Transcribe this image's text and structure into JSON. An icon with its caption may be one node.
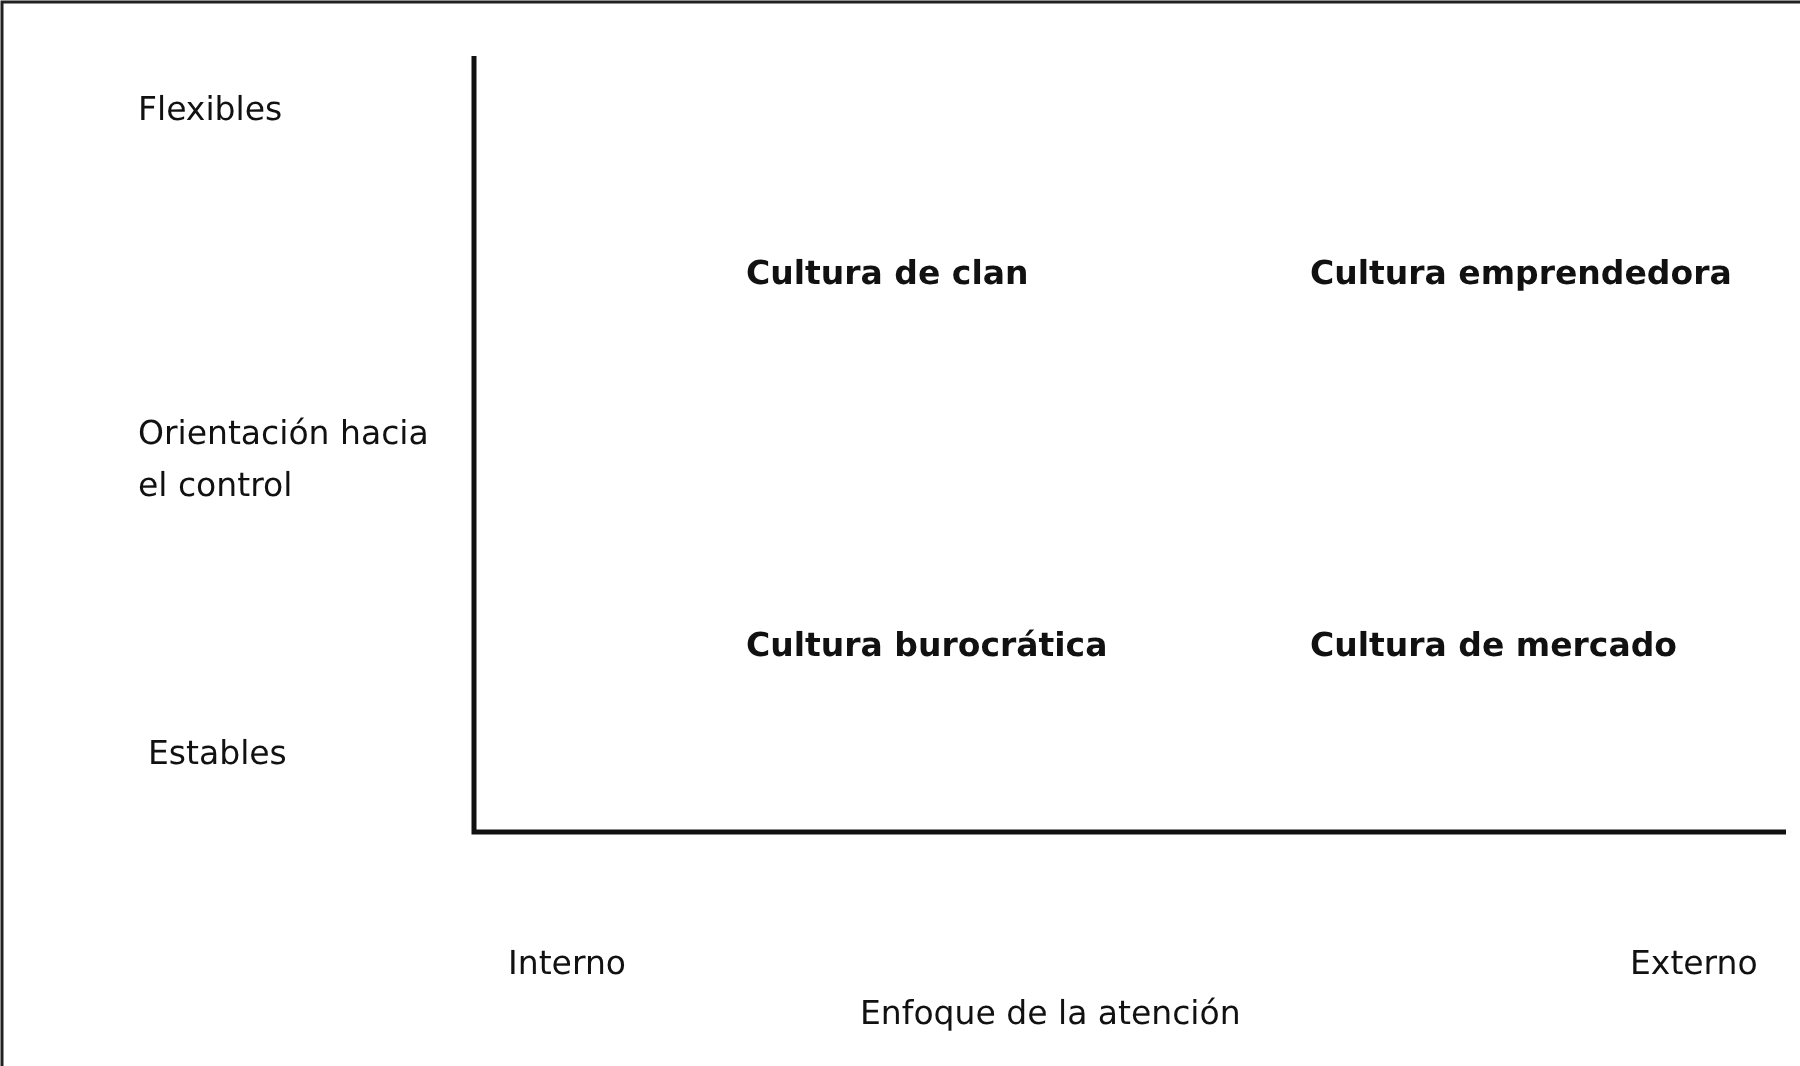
{
  "diagram": {
    "labels": [
      "Flexibles",
      "Cultura de clan",
      "Cultura emprendedora",
      "Orientación hacia el control",
      "Cultura burocrática",
      "Cultura de mercado",
      "Estables",
      "Interno",
      "Externo",
      "Enfoque de la atención"
    ]
  }
}
